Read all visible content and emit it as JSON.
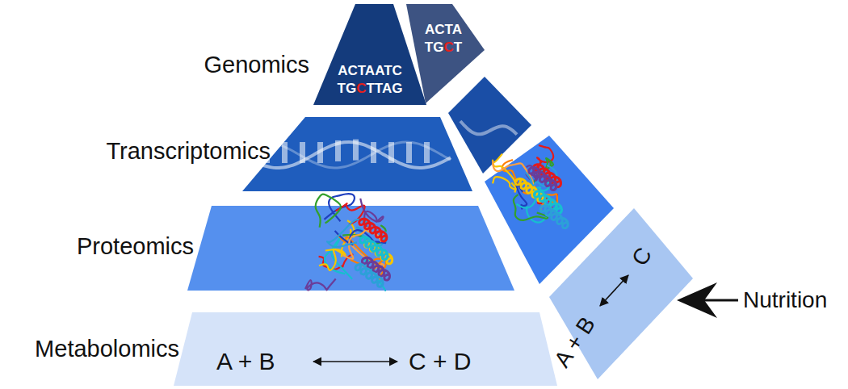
{
  "diagram": {
    "nodes": [
      {
        "text": [
          "Genomics",
          "ACTAATC TGCTTAG"
        ]
      },
      {
        "text": [
          "ACTA TGCT"
        ]
      },
      {
        "text": [
          "Transcriptomics"
        ]
      },
      {
        "text": [
          "Proteomics"
        ]
      },
      {
        "text": [
          "Metabolomics",
          "A + B",
          "C + D"
        ]
      },
      {
        "text": [
          "A + B",
          "C"
        ]
      }
    ],
    "labels": [
      "Nutrition"
    ]
  }
}
